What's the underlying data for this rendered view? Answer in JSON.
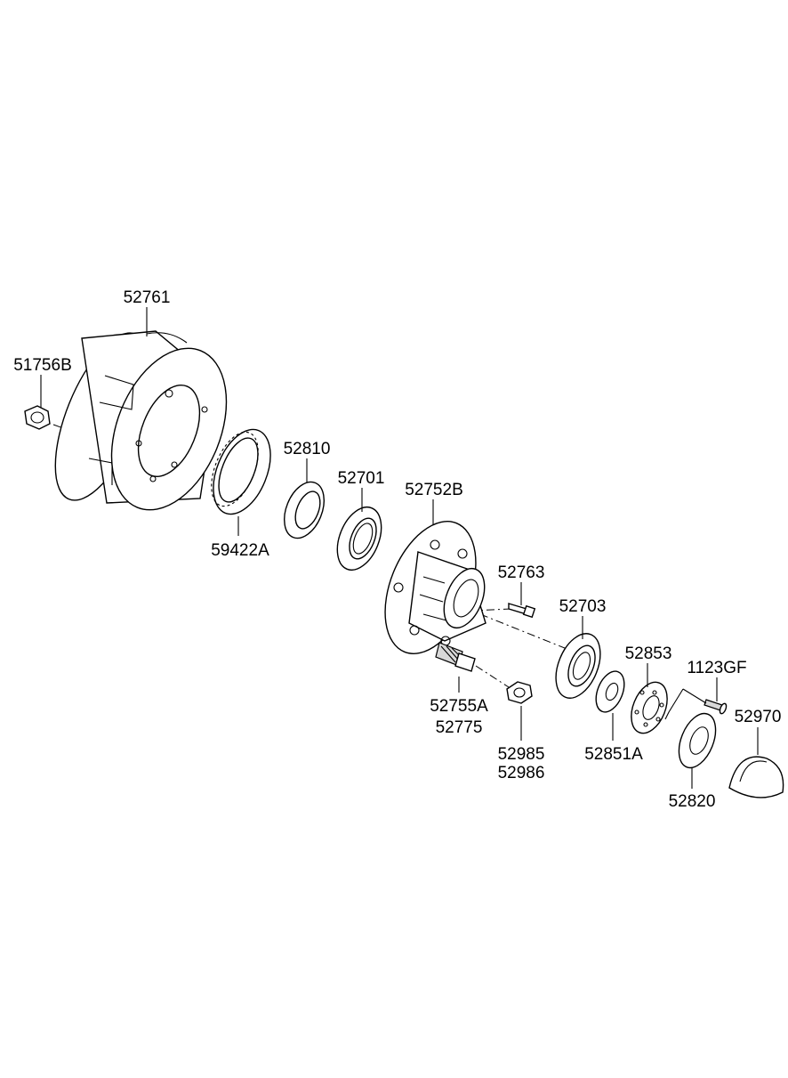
{
  "colors": {
    "line": "#000000",
    "background": "#ffffff"
  },
  "labels": {
    "p52761": "52761",
    "p51756B": "51756B",
    "p59422A": "59422A",
    "p52810": "52810",
    "p52701": "52701",
    "p52752B": "52752B",
    "p52763": "52763",
    "p52703": "52703",
    "p52853": "52853",
    "p1123GF": "1123GF",
    "p52755A": "52755A",
    "p52775": "52775",
    "p52985": "52985",
    "p52986": "52986",
    "p52851A": "52851A",
    "p52970": "52970",
    "p52820": "52820"
  }
}
